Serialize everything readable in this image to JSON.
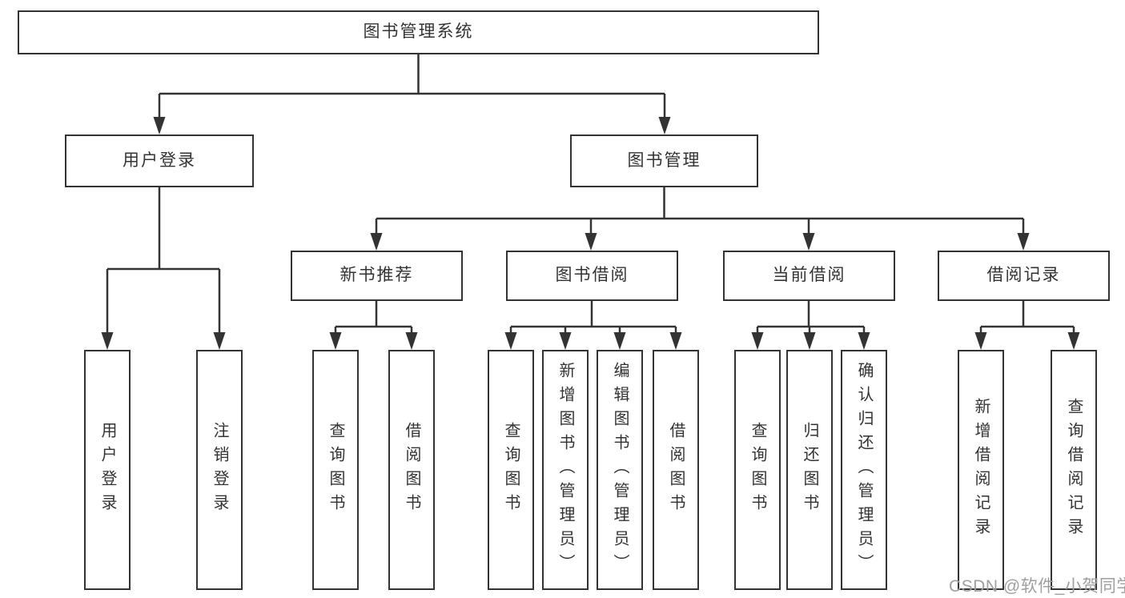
{
  "tree": {
    "label": "图书管理系统",
    "children": [
      {
        "label": "用户登录",
        "children": [
          {
            "label": "用户登录"
          },
          {
            "label": "注销登录"
          }
        ]
      },
      {
        "label": "图书管理",
        "children": [
          {
            "label": "新书推荐",
            "children": [
              {
                "label": "查询图书"
              },
              {
                "label": "借阅图书"
              }
            ]
          },
          {
            "label": "图书借阅",
            "children": [
              {
                "label": "查询图书"
              },
              {
                "label": "新增图书（管理员）"
              },
              {
                "label": "编辑图书（管理员）"
              },
              {
                "label": "借阅图书"
              }
            ]
          },
          {
            "label": "当前借阅",
            "children": [
              {
                "label": "查询图书"
              },
              {
                "label": "归还图书"
              },
              {
                "label": "确认归还（管理员）"
              }
            ]
          },
          {
            "label": "借阅记录",
            "children": [
              {
                "label": "新增借阅记录"
              },
              {
                "label": "查询借阅记录"
              }
            ]
          }
        ]
      }
    ]
  },
  "watermark": {
    "text": "CSDN @软件_小贺同学"
  },
  "colors": {
    "line": "#333333",
    "box_border": "#333333",
    "text": "#333333",
    "watermark": "#9f9f9f",
    "background": "#ffffff"
  }
}
